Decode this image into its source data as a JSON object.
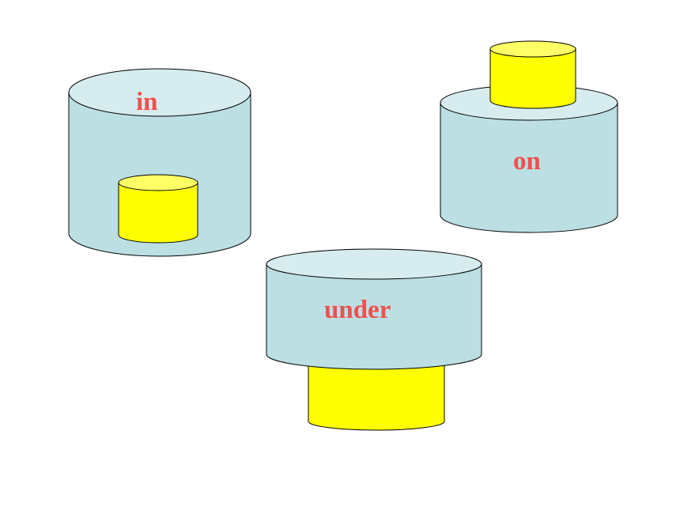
{
  "diagram": {
    "colors": {
      "large_cylinder_fill": "#bbdfe3",
      "large_cylinder_top": "#d7ecef",
      "small_cylinder_fill": "#ffff00",
      "small_cylinder_top": "#ffff66",
      "outline": "#000000",
      "label_color": "#f0504f",
      "background": "#ffffff"
    },
    "scenes": [
      {
        "id": "in",
        "label": "in"
      },
      {
        "id": "on",
        "label": "on"
      },
      {
        "id": "under",
        "label": "under"
      }
    ]
  }
}
